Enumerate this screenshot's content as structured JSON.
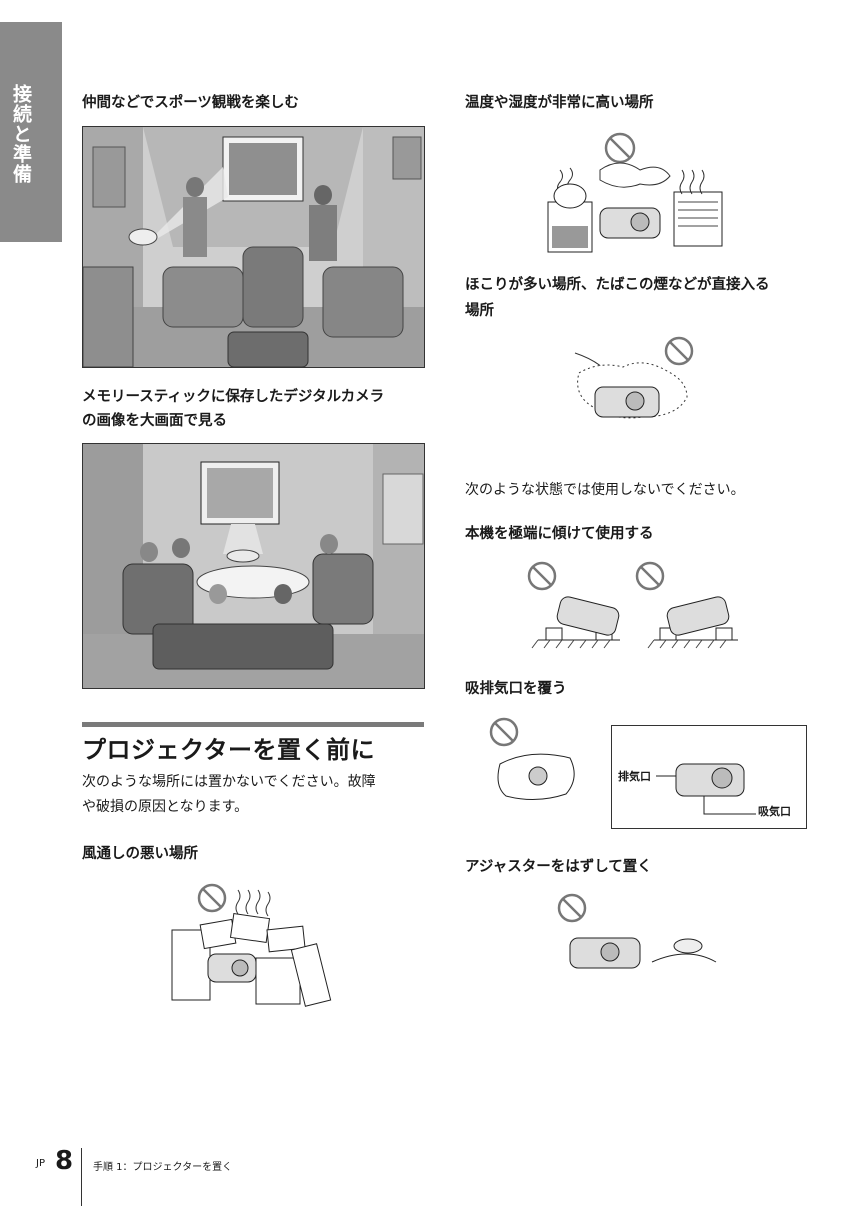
{
  "side_tab": "接続と準備",
  "left": {
    "heading1": "仲間などでスポーツ観戦を楽しむ",
    "heading2_line1": "メモリースティックに保存したデジタルカメラ",
    "heading2_line2": "の画像を大画面で見る",
    "section_title": "プロジェクターを置く前に",
    "intro_line1": "次のような場所には置かないでください。故障",
    "intro_line2": "や破損の原因となります。",
    "heading3": "風通しの悪い場所"
  },
  "right": {
    "heading1": "温度や湿度が非常に高い場所",
    "heading2_line1": "ほこりが多い場所、たばこの煙などが直接入る",
    "heading2_line2": "場所",
    "body": "次のような状態では使用しないでください。",
    "heading3": "本機を極端に傾けて使用する",
    "heading4": "吸排気口を覆う",
    "exhaust_label": "排気口",
    "intake_label": "吸気口",
    "heading5": "アジャスターをはずして置く"
  },
  "footer": {
    "jp": "JP",
    "page_number": "8",
    "text": "手順 1：プロジェクターを置く"
  }
}
